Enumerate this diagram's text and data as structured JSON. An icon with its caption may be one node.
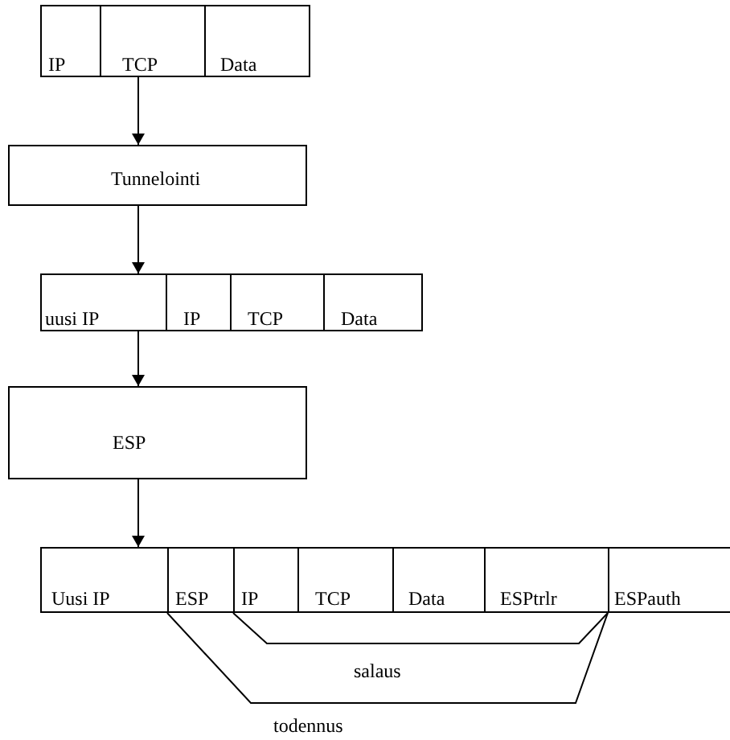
{
  "diagram": {
    "nodes": [
      {
        "text": [
          "IP"
        ]
      },
      {
        "text": [
          "TCP"
        ]
      },
      {
        "text": [
          "Data"
        ]
      },
      {
        "text": [
          "Tunnelointi"
        ]
      },
      {
        "text": [
          "uusi IP"
        ]
      },
      {
        "text": [
          "IP"
        ]
      },
      {
        "text": [
          "TCP"
        ]
      },
      {
        "text": [
          "Data"
        ]
      },
      {
        "text": [
          "ESP"
        ]
      },
      {
        "text": [
          "Uusi IP"
        ]
      },
      {
        "text": [
          "ESP"
        ]
      },
      {
        "text": [
          "IP"
        ]
      },
      {
        "text": [
          "TCP"
        ]
      },
      {
        "text": [
          "Data"
        ]
      },
      {
        "text": [
          "ESPtrlr"
        ]
      },
      {
        "text": [
          "ESPauth"
        ]
      }
    ],
    "edges": [
      {
        "from": 1,
        "to": 3,
        "arrow": "to"
      },
      {
        "from": 3,
        "to": 4,
        "arrow": "to"
      },
      {
        "from": 4,
        "to": 8,
        "arrow": "to"
      },
      {
        "from": 8,
        "to": 9,
        "arrow": "to"
      }
    ],
    "labels": [
      "salaus",
      "todennus"
    ]
  }
}
